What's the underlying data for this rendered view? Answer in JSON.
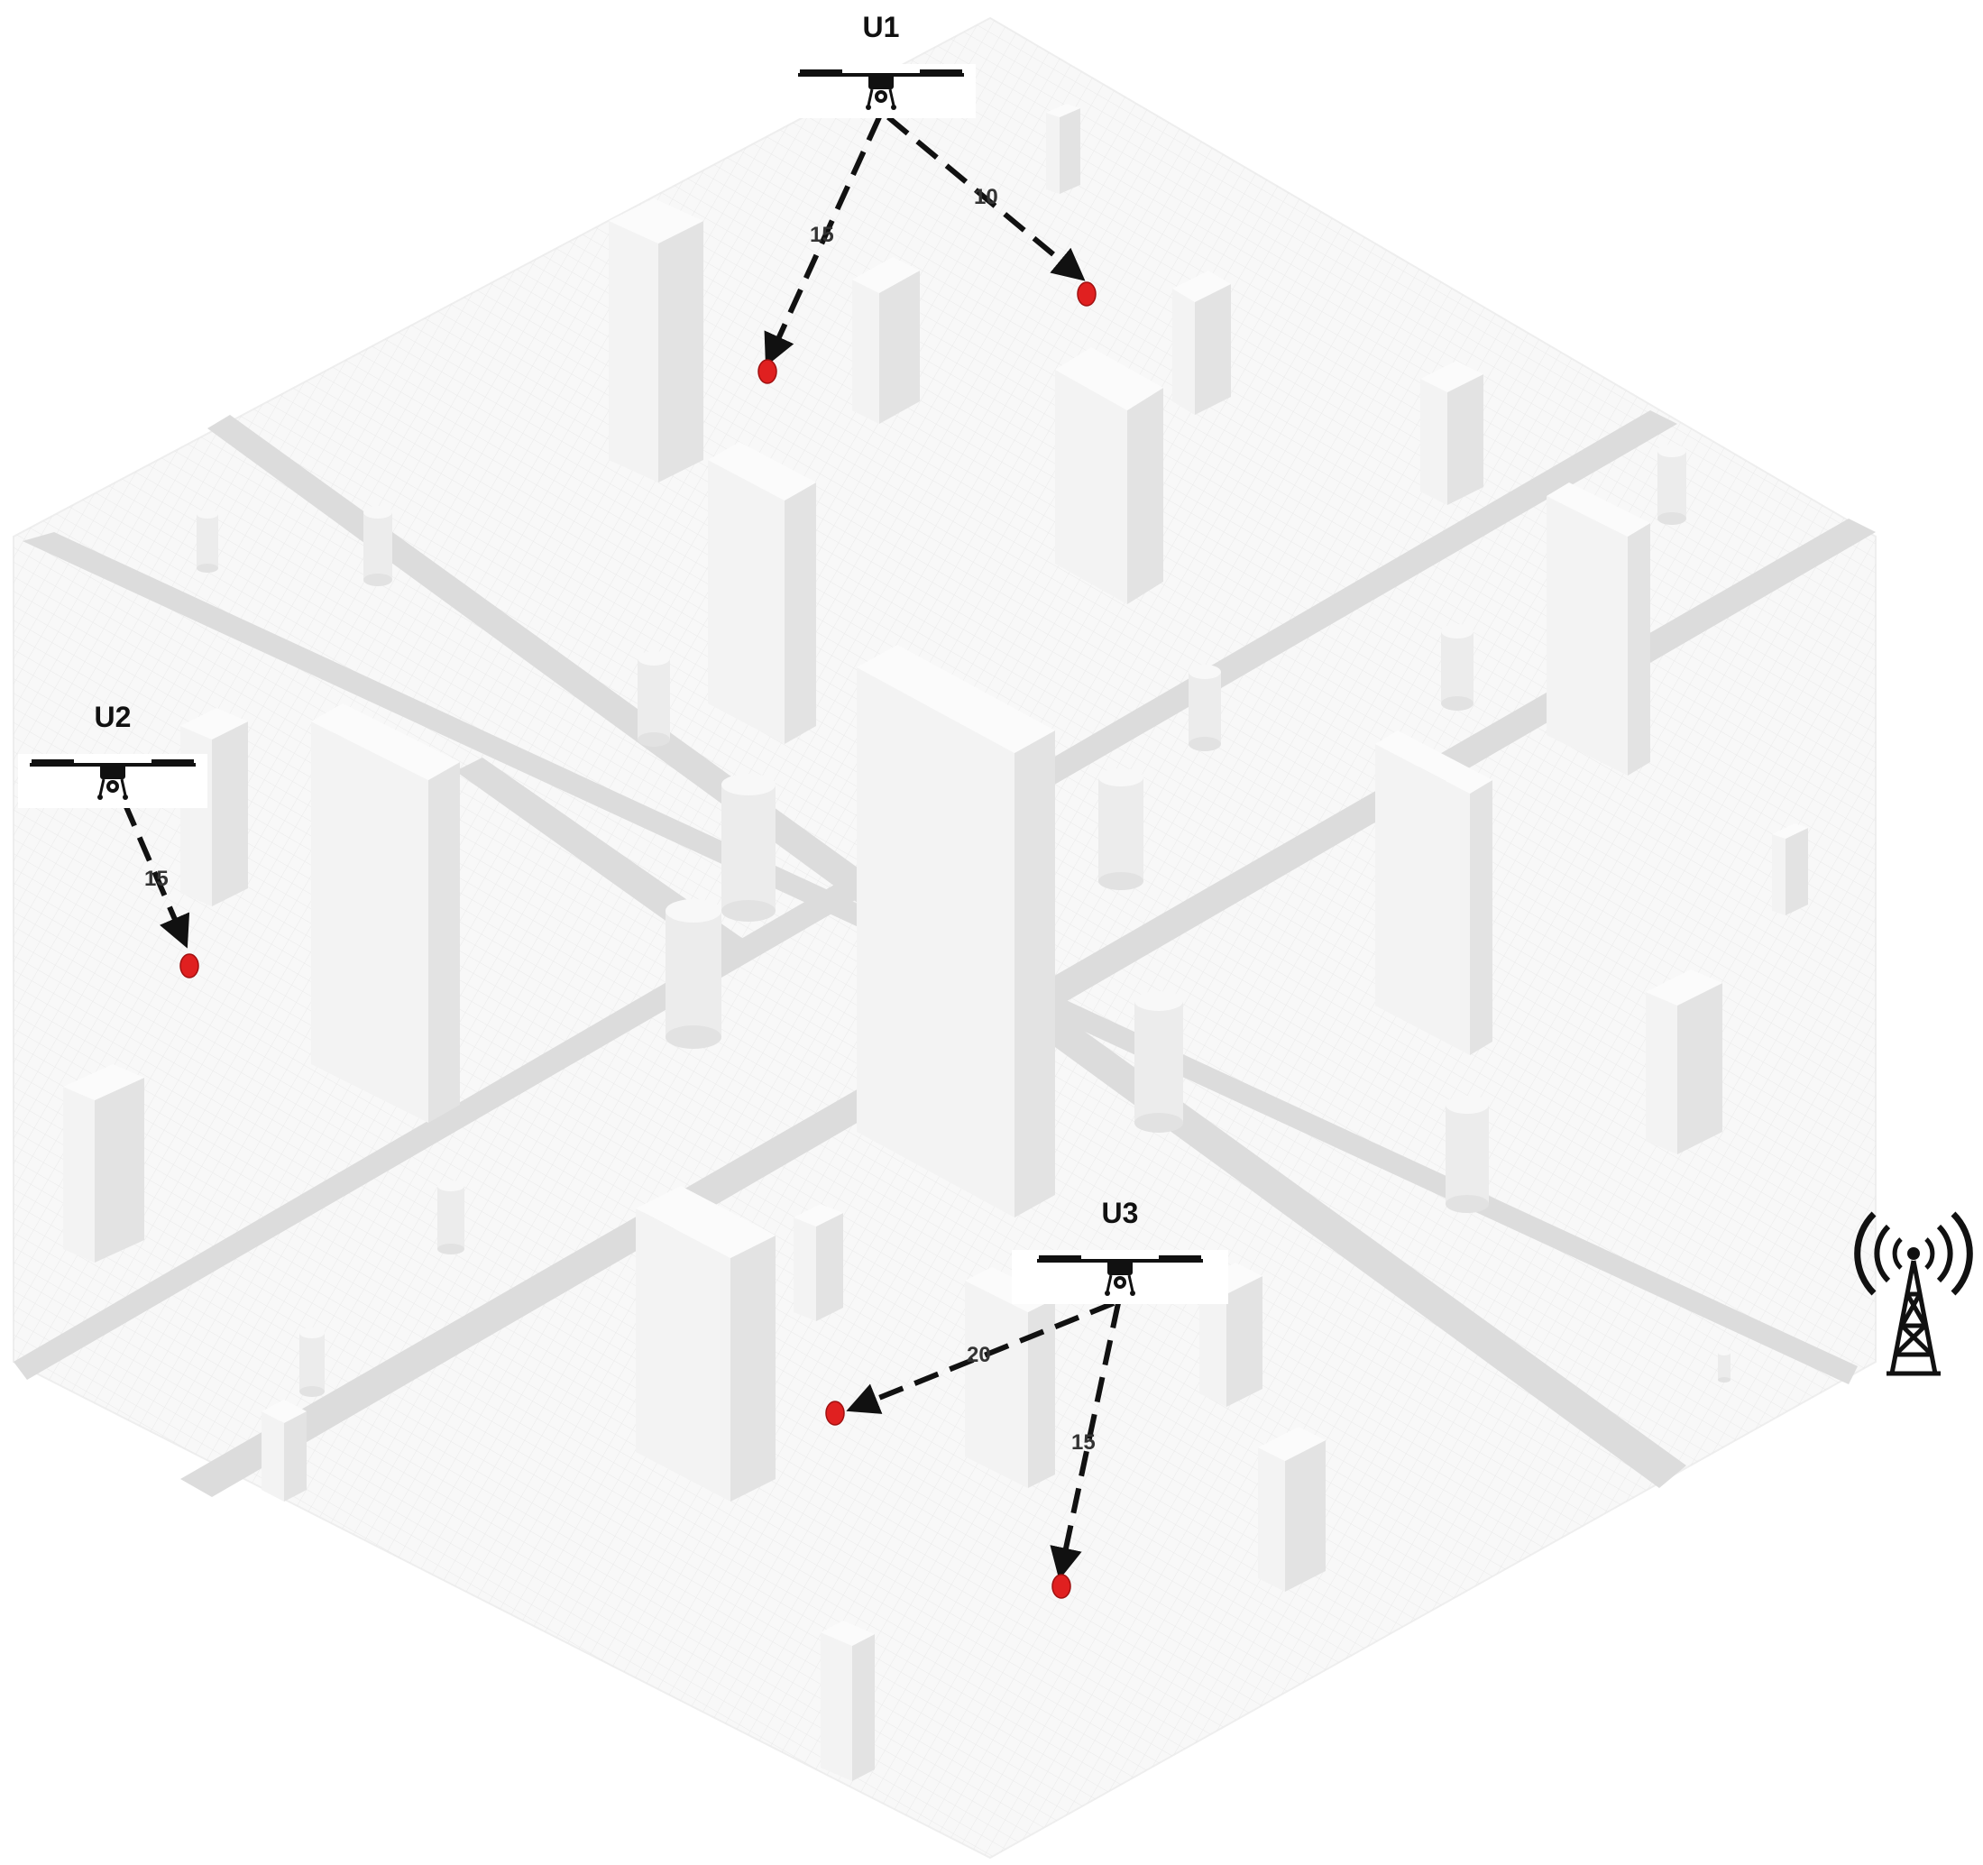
{
  "scene": {
    "uavs": [
      {
        "id": "U1",
        "label": "U1",
        "links": [
          {
            "distance": "15"
          },
          {
            "distance": "10"
          }
        ]
      },
      {
        "id": "U2",
        "label": "U2",
        "links": [
          {
            "distance": "15"
          }
        ]
      },
      {
        "id": "U3",
        "label": "U3",
        "links": [
          {
            "distance": "20"
          },
          {
            "distance": "15"
          }
        ]
      }
    ],
    "base_station": {
      "icon": "cell-tower-icon"
    },
    "colors": {
      "ground_user": "#e02020",
      "link": "#111111",
      "ground": "#f7f7f7",
      "road": "#d9d9d9"
    }
  }
}
